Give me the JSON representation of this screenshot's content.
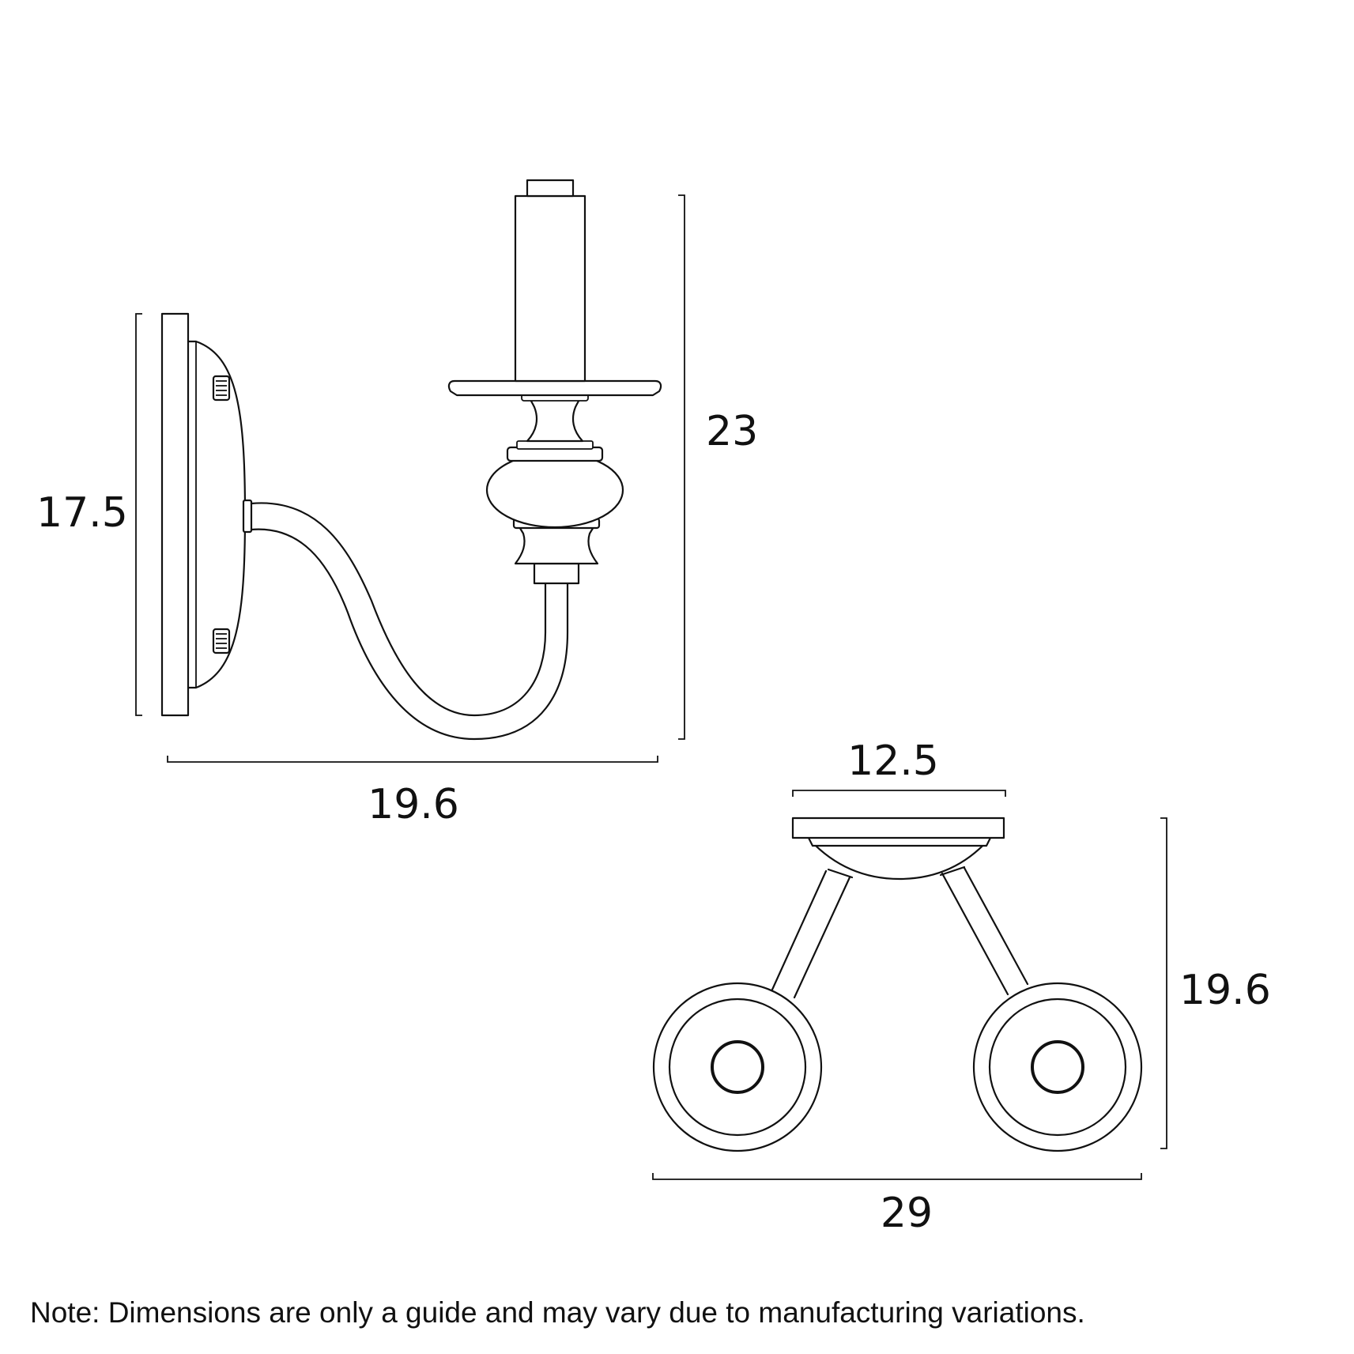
{
  "side_view": {
    "height_label": "23",
    "backplate_label": "17.5",
    "projection_label": "19.6"
  },
  "top_view": {
    "backplate_width_label": "12.5",
    "depth_label": "19.6",
    "width_label": "29"
  },
  "note": "Note: Dimensions are only a guide and may vary due to manufacturing variations.",
  "colors": {
    "line": "#111111",
    "background": "#ffffff"
  }
}
